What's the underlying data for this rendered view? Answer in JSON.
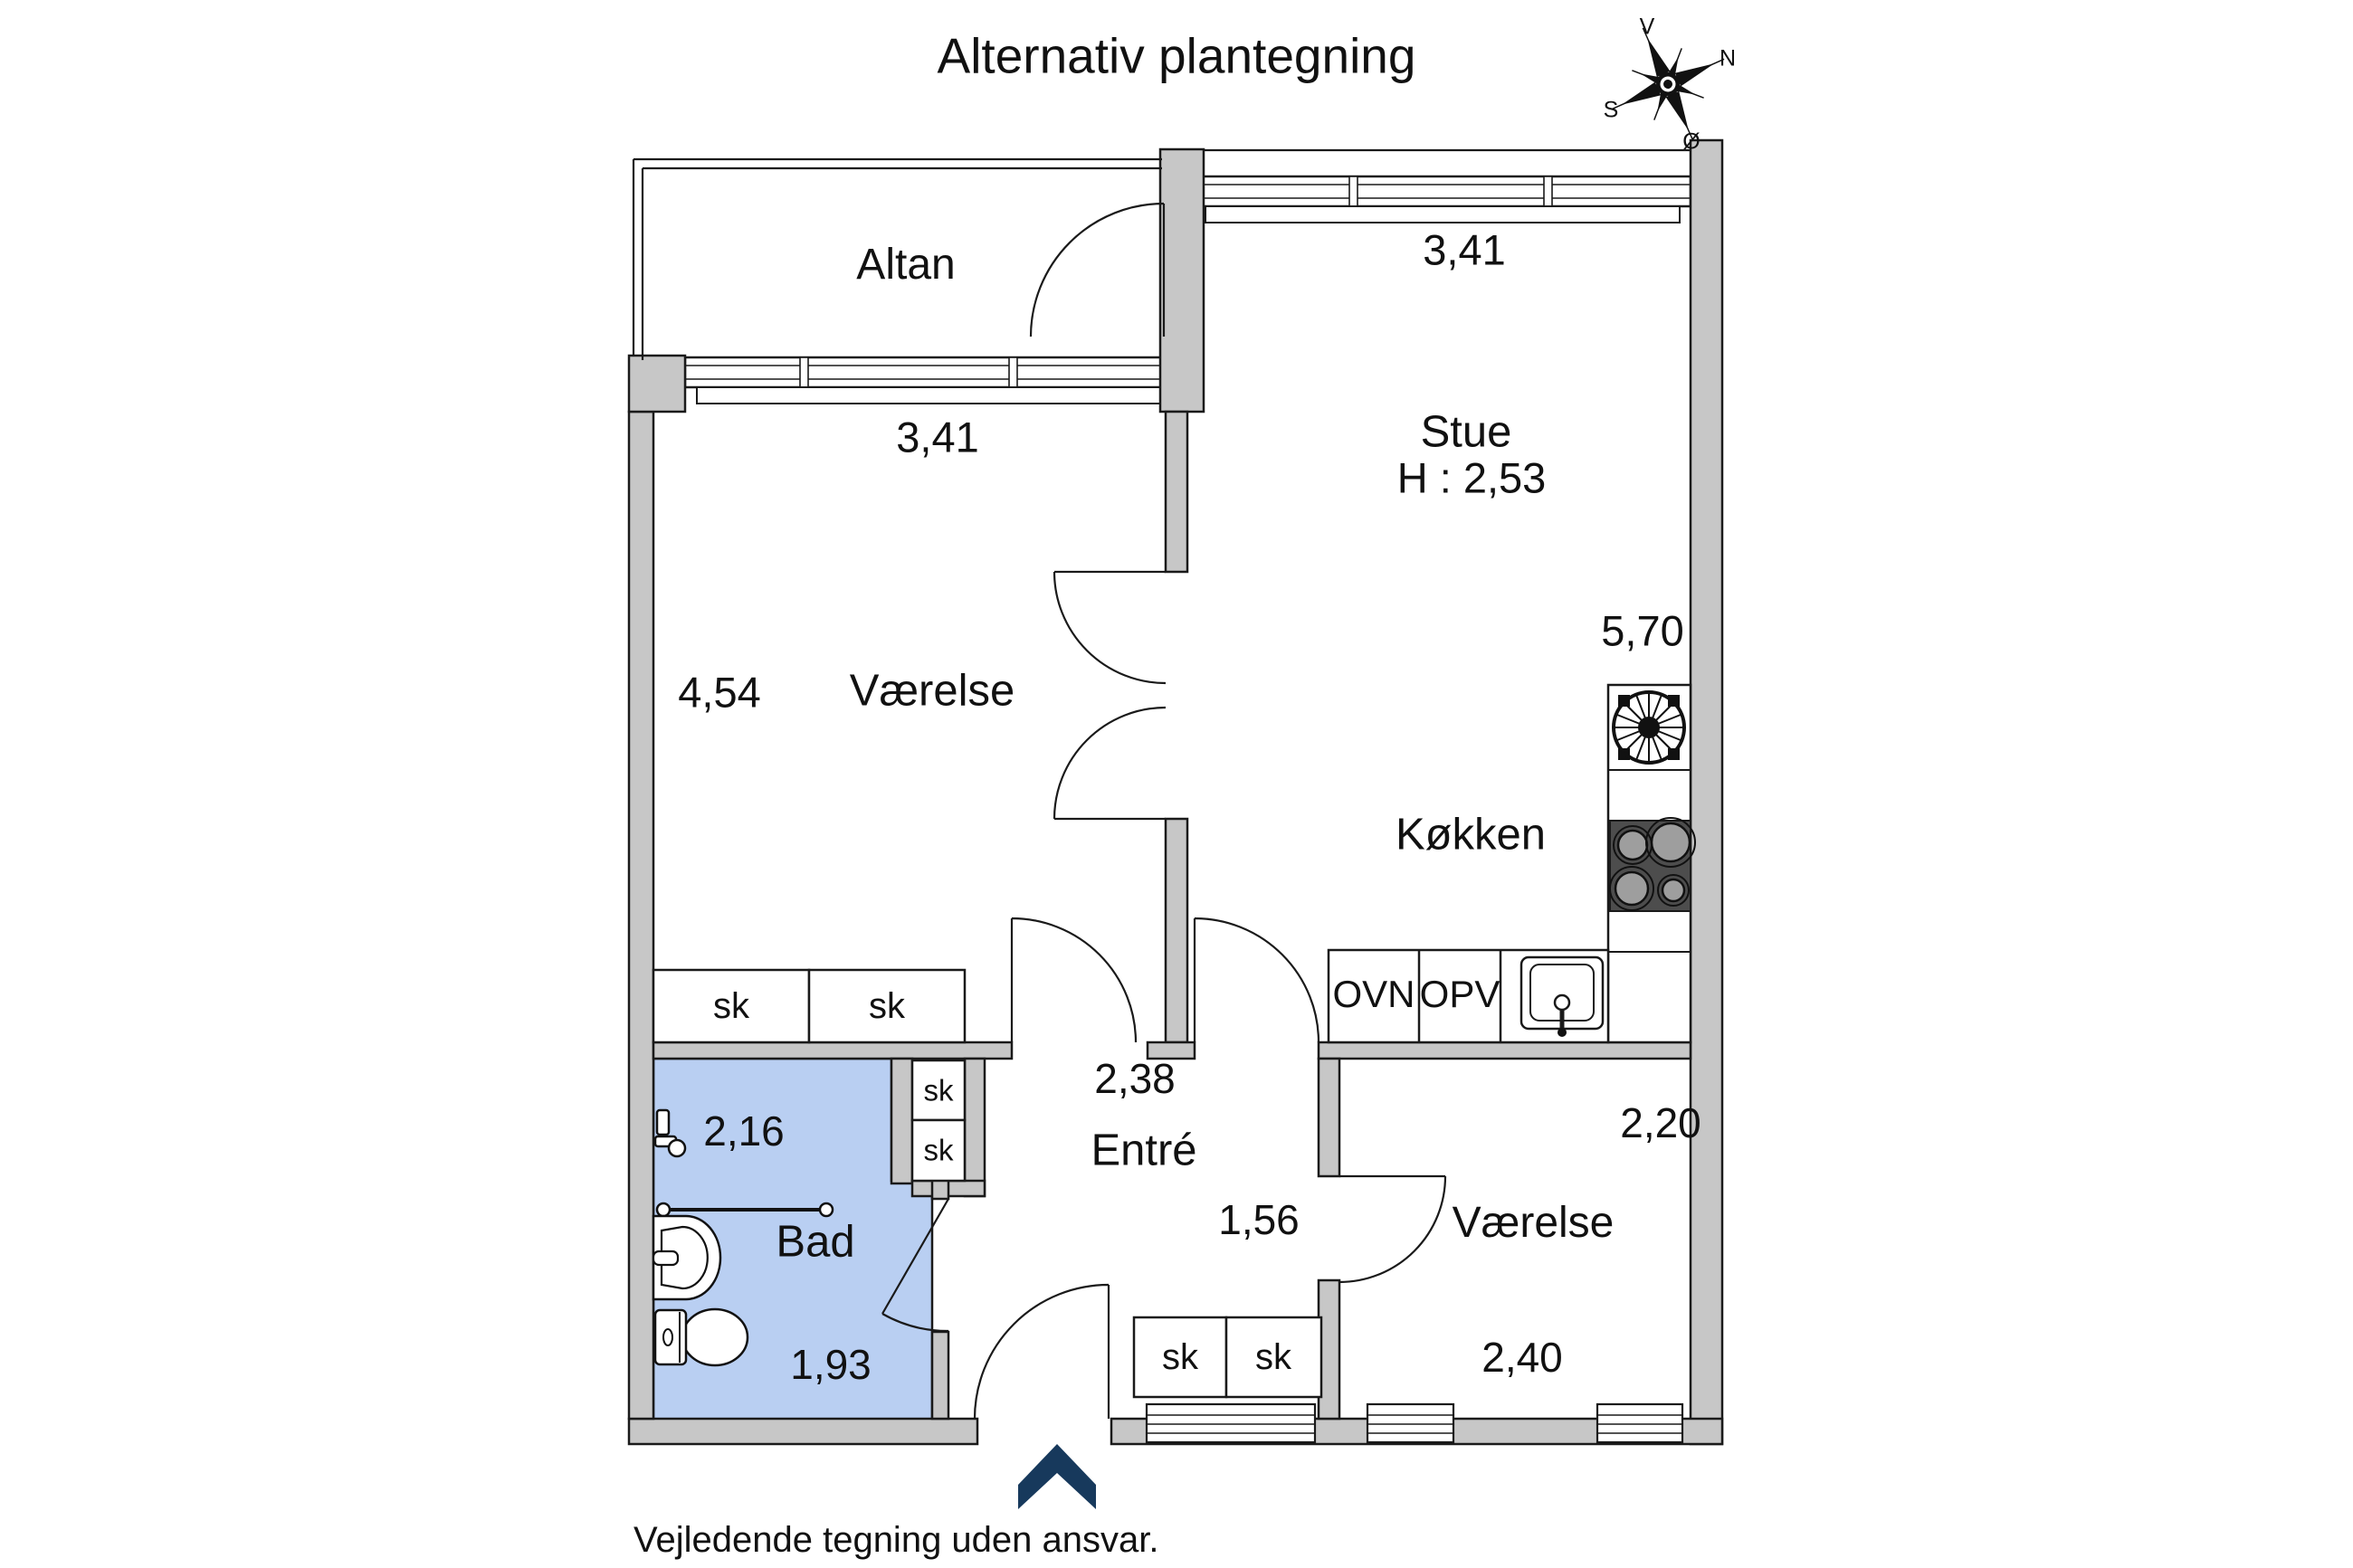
{
  "title": "Alternativ plantegning",
  "footer_note": "Vejledende tegning uden ansvar.",
  "compass": {
    "v": "V",
    "n": "N",
    "s": "S",
    "oe": "Ø"
  },
  "colors": {
    "wall_fill": "#c7c7c7",
    "line": "#1a1a1a",
    "bath_fill": "#b9cff2",
    "arrow_navy": "#17395c",
    "cooktop_dark": "#4d4d4d",
    "burner_grey": "#9e9e9e"
  },
  "labels": {
    "balcony": "Altan",
    "balcony_window_width": "3,41",
    "living_window_width": "3,41",
    "living": "Stue",
    "living_ceiling_height": "H : 2,53",
    "bedroom1_depth": "4,54",
    "bedroom1": "Værelse",
    "kitchen_depth": "5,70",
    "kitchen": "Køkken",
    "oven": "OVN",
    "dishwasher": "OPV",
    "closet": "sk",
    "bath_width": "2,16",
    "bath": "Bad",
    "bath_length": "1,93",
    "hall_width": "2,38",
    "hall": "Entré",
    "hall_inner_width": "1,56",
    "bedroom2_width": "2,20",
    "bedroom2": "Værelse",
    "bedroom2_inner_width": "2,40"
  }
}
